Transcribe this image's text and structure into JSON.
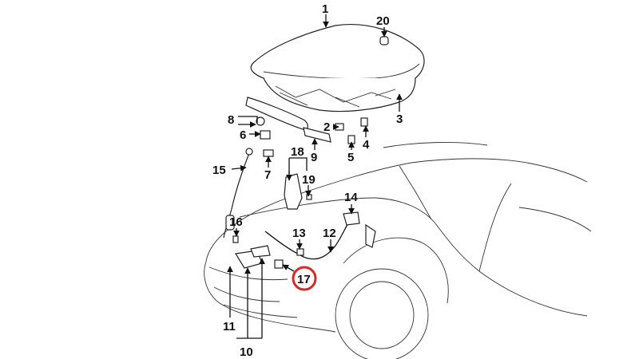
{
  "callouts": [
    {
      "id": "c1",
      "text": "1"
    },
    {
      "id": "c2",
      "text": "2"
    },
    {
      "id": "c3",
      "text": "3"
    },
    {
      "id": "c4",
      "text": "4"
    },
    {
      "id": "c5",
      "text": "5"
    },
    {
      "id": "c6",
      "text": "6"
    },
    {
      "id": "c7",
      "text": "7"
    },
    {
      "id": "c8",
      "text": "8"
    },
    {
      "id": "c9",
      "text": "9"
    },
    {
      "id": "c10",
      "text": "10"
    },
    {
      "id": "c11",
      "text": "11"
    },
    {
      "id": "c12",
      "text": "12"
    },
    {
      "id": "c13",
      "text": "13"
    },
    {
      "id": "c14",
      "text": "14"
    },
    {
      "id": "c15",
      "text": "15"
    },
    {
      "id": "c16",
      "text": "16"
    },
    {
      "id": "c17",
      "text": "17"
    },
    {
      "id": "c18",
      "text": "18"
    },
    {
      "id": "c19",
      "text": "19"
    },
    {
      "id": "c20",
      "text": "20"
    }
  ],
  "highlight": {
    "callout": "17",
    "color": "#d42a2a"
  }
}
